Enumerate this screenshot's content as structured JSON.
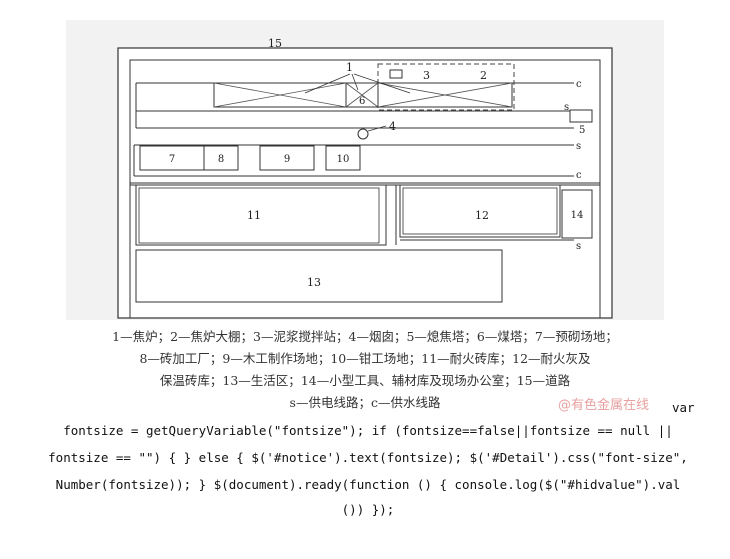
{
  "labels": {
    "n1": "1",
    "n2": "2",
    "n3": "3",
    "n4": "4",
    "n5": "5",
    "n6": "6",
    "n7": "7",
    "n8": "8",
    "n9": "9",
    "n10": "10",
    "n11": "11",
    "n12": "12",
    "n13": "13",
    "n14": "14",
    "n15": "15",
    "c": "c",
    "s": "s"
  },
  "caption": {
    "line1": "1—焦炉；2—焦炉大棚；3—泥浆搅拌站；4—烟囱；5—熄焦塔；6—煤塔；7—预砌场地；",
    "line2": "8—砖加工厂；9—木工制作场地；10—钳工场地；11—耐火砖库；12—耐火灰及",
    "line3": "保温砖库；13—生活区；14—小型工具、辅材库及现场办公室；15—道路",
    "line4": "s—供电线路；c—供水线路"
  },
  "watermark": "@有色金属在线",
  "code": {
    "var": "var",
    "line1": "fontsize = getQueryVariable(\"fontsize\"); if (fontsize==false||fontsize == null ||",
    "line2": "fontsize == \"\") { } else { $('#notice').text(fontsize); $('#Detail').css(\"font-size\",",
    "line3": "Number(fontsize)); } $(document).ready(function () { console.log($(\"#hidvalue\").val",
    "line4": "()) });"
  }
}
